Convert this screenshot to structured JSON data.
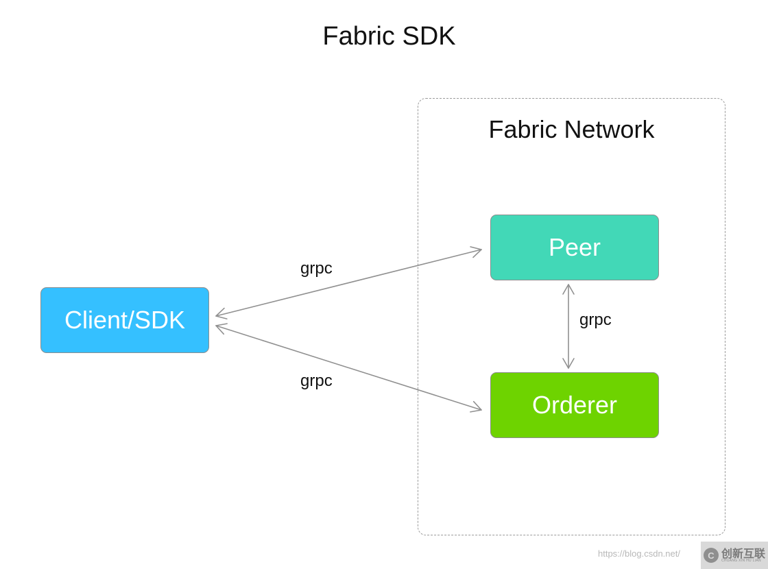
{
  "title": "Fabric SDK",
  "network": {
    "title": "Fabric Network"
  },
  "nodes": {
    "client": {
      "label": "Client/SDK",
      "color": "#35c0ff"
    },
    "peer": {
      "label": "Peer",
      "color": "#42d8b7"
    },
    "orderer": {
      "label": "Orderer",
      "color": "#6ed300"
    }
  },
  "edges": [
    {
      "from": "Client/SDK",
      "to": "Peer",
      "label": "grpc",
      "bidirectional": true
    },
    {
      "from": "Client/SDK",
      "to": "Orderer",
      "label": "grpc",
      "bidirectional": true
    },
    {
      "from": "Peer",
      "to": "Orderer",
      "label": "grpc",
      "bidirectional": true
    }
  ],
  "watermark": {
    "url": "https://blog.csdn.net/",
    "logo_text": "创新互联",
    "logo_subtext": "CHUANG XIN HU LIAN"
  }
}
